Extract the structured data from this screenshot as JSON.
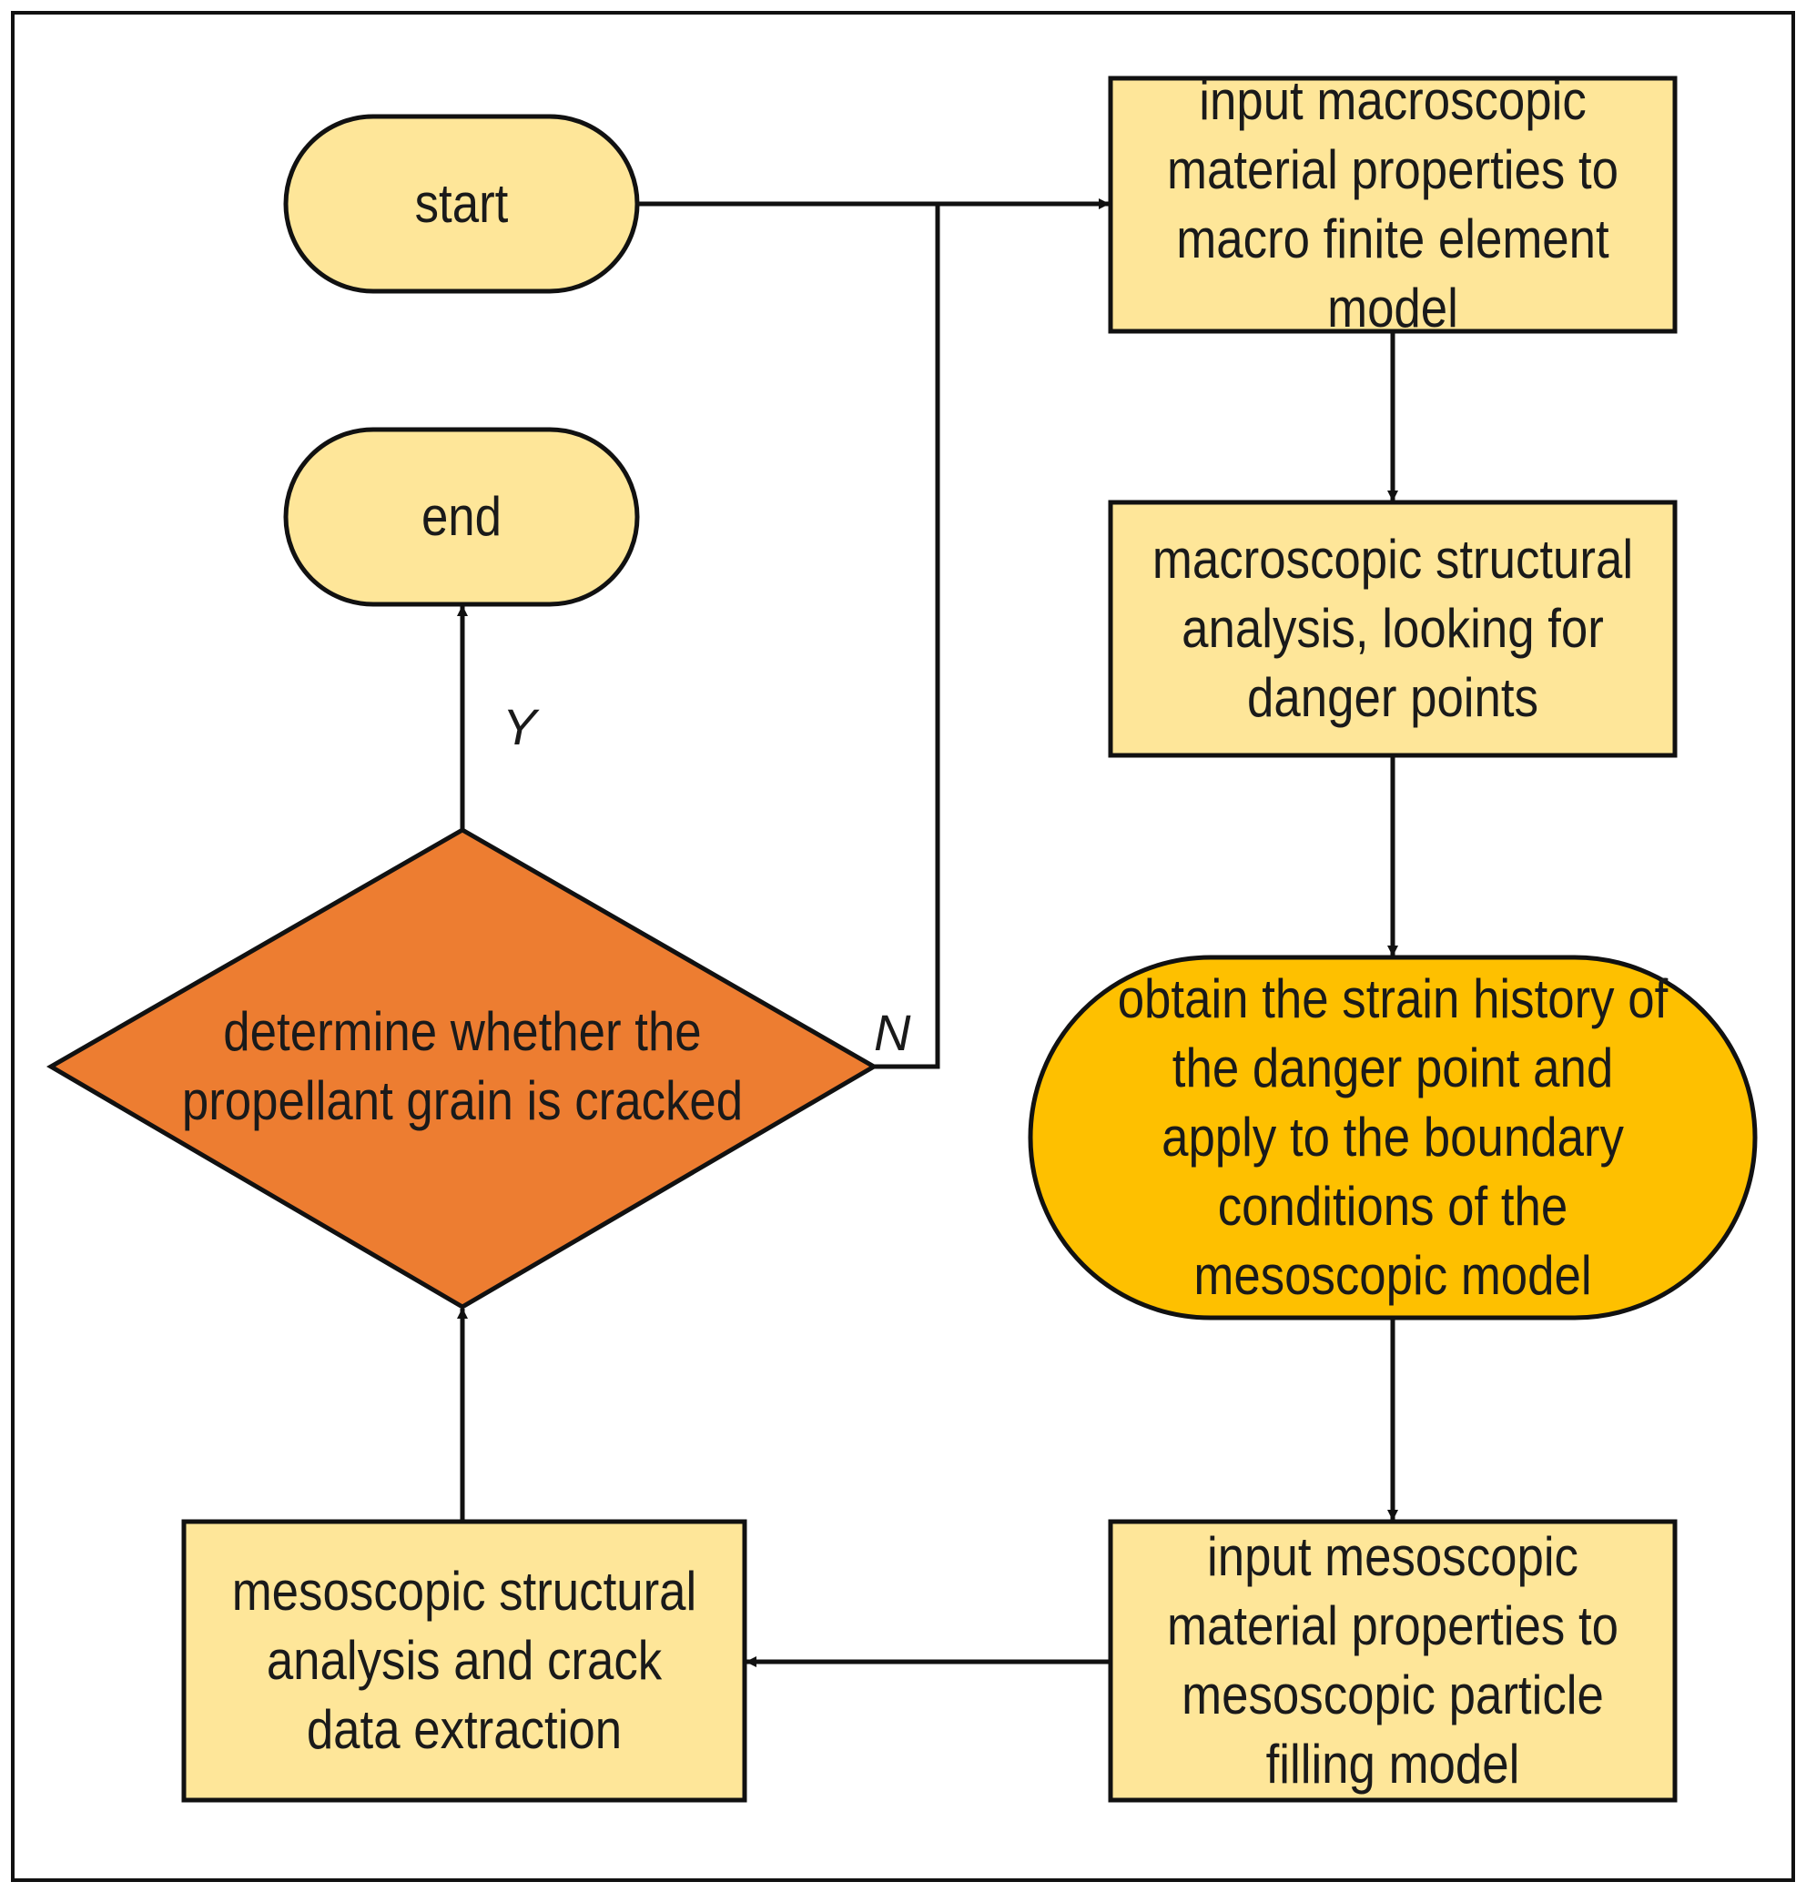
{
  "nodes": {
    "start": {
      "label": "start"
    },
    "end": {
      "label": "end"
    },
    "input_macro": {
      "label": "input macroscopic material properties to macro finite element model"
    },
    "macro_analysis": {
      "label": "macroscopic structural analysis, looking for danger points"
    },
    "strain_history": {
      "label": "obtain the strain history of the danger point and apply to the boundary conditions of the mesoscopic model"
    },
    "input_meso": {
      "label": "input mesoscopic material properties to mesoscopic particle filling model"
    },
    "meso_analysis": {
      "label": "mesoscopic structural analysis and crack data extraction"
    },
    "decision": {
      "label": "determine whether the propellant grain is cracked"
    }
  },
  "branches": {
    "yes": "Y",
    "no": "N"
  },
  "colors": {
    "process_fill": "#FEE699",
    "terminal_fill": "#FEE699",
    "highlight_fill": "#FEC000",
    "decision_fill": "#ED7D31",
    "stroke": "#111111",
    "frame": "#111111"
  }
}
